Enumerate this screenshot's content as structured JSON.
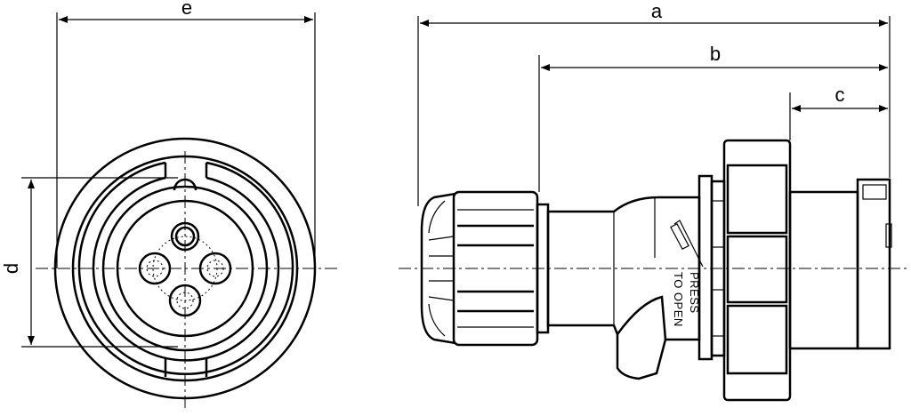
{
  "dimensions": {
    "a": "a",
    "b": "b",
    "c": "c",
    "d": "d",
    "e": "e"
  },
  "notes": {
    "press_line1": "PRESS",
    "press_line2": "TO OPEN"
  },
  "colors": {
    "stroke": "#000000",
    "background": "#ffffff"
  }
}
